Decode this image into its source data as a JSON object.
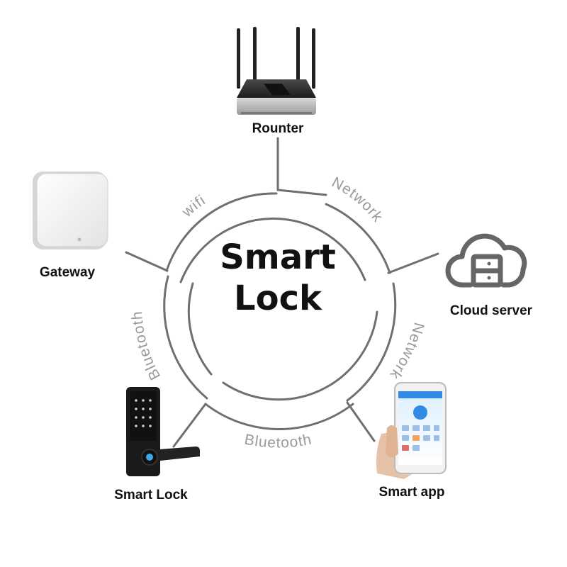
{
  "center": {
    "line1": "Smart",
    "line2": "Lock"
  },
  "nodes": {
    "router": {
      "label": "Rounter",
      "icon": "router-icon"
    },
    "gateway": {
      "label": "Gateway",
      "icon": "gateway-icon"
    },
    "cloud": {
      "label": "Cloud server",
      "icon": "cloud-server-icon"
    },
    "app": {
      "label": "Smart app",
      "icon": "smartphone-app-icon"
    },
    "lock": {
      "label": "Smart Lock",
      "icon": "door-lock-icon"
    }
  },
  "connections": {
    "wifi": "wifi",
    "network_top": "Network",
    "network_right": "Network",
    "bluetooth_bottom": "Bluetooth",
    "bluetooth_left": "Bluetooth"
  },
  "colors": {
    "ring": "#6f6f6f",
    "connector_text": "#9a9a9a",
    "label": "#111111"
  }
}
